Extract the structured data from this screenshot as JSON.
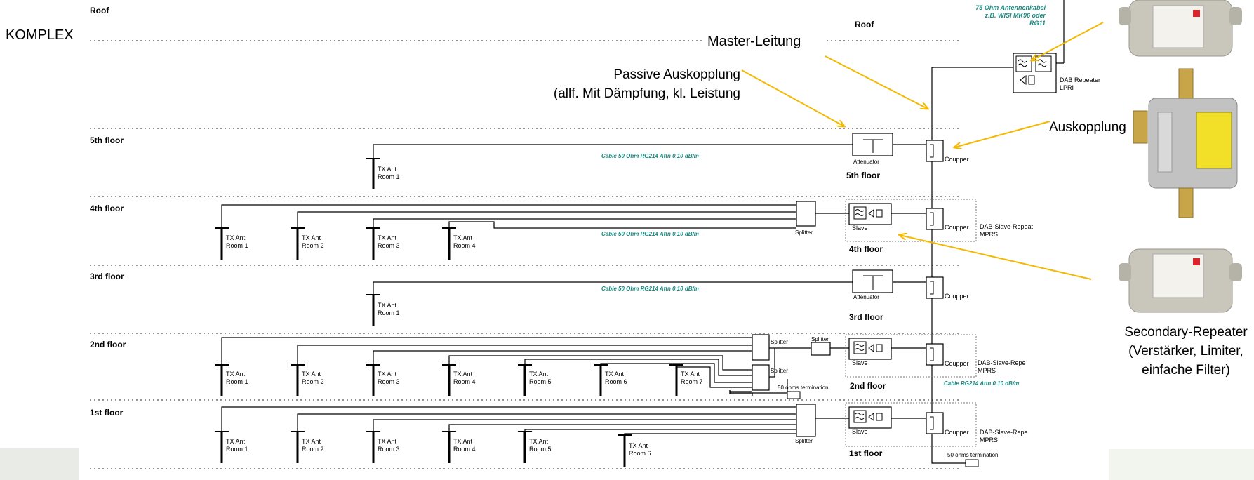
{
  "header": {
    "roof_left": "Roof",
    "roof_center": "Roof",
    "komplex": "KOMPLEX",
    "master_leitung": "Master-Leitung",
    "cable75_line1": "75 Ohm Antennenkabel",
    "cable75_line2": "z.B. WISI MK96 oder",
    "cable75_line3": "RG11"
  },
  "annotations": {
    "passive_line1": "Passive Auskopplung",
    "passive_line2": "(allf. Mit Dämpfung, kl. Leistung",
    "auskopplung": "Auskopplung",
    "secondary_line1": "Secondary-Repeater",
    "secondary_line2": "(Verstärker, Limiter,",
    "secondary_line3": "einfache Filter)"
  },
  "master_repeater": {
    "line1": "DAB Repeater",
    "line2": "LPRI"
  },
  "labels": {
    "attenuator": "Attenuator",
    "coupler": "Coupper",
    "splitter": "Splitter",
    "slave": "Slave",
    "slave_repeater_line1": "DAB-Slave-Repe",
    "slave_repeater_line1_b": "DAB-Slave-Repeat",
    "slave_repeater_line2": "MPRS",
    "termination": "50 ohms termination",
    "cable_rg214": "Cable RG214 Attn 0.10 dB/m",
    "cable50": "Cable 50 Ohm RG214 Attn 0.10 dB/m"
  },
  "floors": {
    "fifth": {
      "name": "5th floor",
      "antennas": [
        {
          "l1": "TX Ant",
          "l2": "Room 1"
        }
      ]
    },
    "fourth": {
      "name": "4th floor",
      "antennas": [
        {
          "l1": "TX Ant.",
          "l2": "Room 1"
        },
        {
          "l1": "TX Ant",
          "l2": "Room 2"
        },
        {
          "l1": "TX Ant",
          "l2": "Room  3"
        },
        {
          "l1": "TX Ant",
          "l2": "Room 4"
        }
      ]
    },
    "third": {
      "name": "3rd floor",
      "antennas": [
        {
          "l1": "TX Ant",
          "l2": "Room 1"
        }
      ]
    },
    "second": {
      "name": "2nd floor",
      "antennas": [
        {
          "l1": "TX Ant",
          "l2": "Room 1"
        },
        {
          "l1": "TX Ant",
          "l2": "Room 2"
        },
        {
          "l1": "TX Ant",
          "l2": "Room 3"
        },
        {
          "l1": "TX Ant",
          "l2": "Room 4"
        },
        {
          "l1": "TX Ant",
          "l2": "Room 5"
        },
        {
          "l1": "TX Ant",
          "l2": "Room 6"
        },
        {
          "l1": "TX Ant",
          "l2": "Room 7"
        }
      ]
    },
    "first": {
      "name": "1st floor",
      "antennas": [
        {
          "l1": "TX Ant",
          "l2": "Room 1"
        },
        {
          "l1": "TX Ant",
          "l2": "Room 2"
        },
        {
          "l1": "TX Ant",
          "l2": "Room 3"
        },
        {
          "l1": "TX Ant",
          "l2": "Room 4"
        },
        {
          "l1": "TX Ant",
          "l2": "Room 5"
        },
        {
          "l1": "TX Ant",
          "l2": "Room 6"
        }
      ]
    }
  },
  "colors": {
    "arrow": "#f5b800",
    "cable_text": "#1a8a80",
    "line": "#000000",
    "dotted": "#555555"
  }
}
